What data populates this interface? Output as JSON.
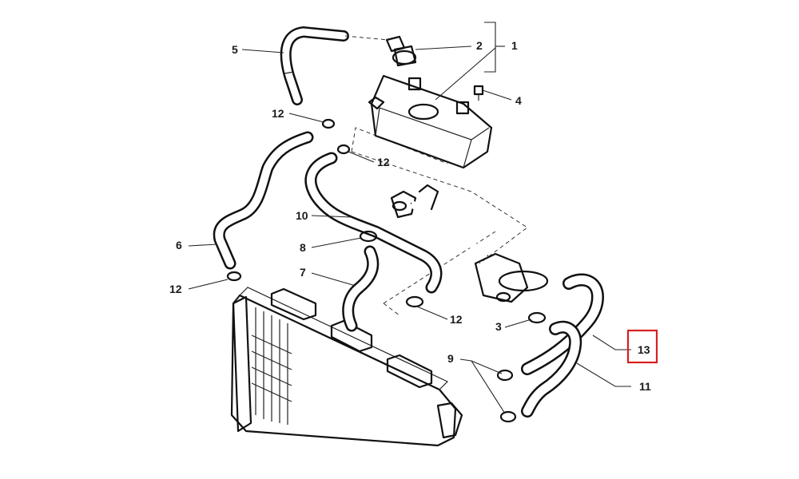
{
  "diagram": {
    "callouts": [
      {
        "id": "c1",
        "label": "1"
      },
      {
        "id": "c2",
        "label": "2"
      },
      {
        "id": "c3",
        "label": "3"
      },
      {
        "id": "c4",
        "label": "4"
      },
      {
        "id": "c5",
        "label": "5"
      },
      {
        "id": "c6",
        "label": "6"
      },
      {
        "id": "c7",
        "label": "7"
      },
      {
        "id": "c8",
        "label": "8"
      },
      {
        "id": "c9",
        "label": "9"
      },
      {
        "id": "c10",
        "label": "10"
      },
      {
        "id": "c11",
        "label": "11"
      },
      {
        "id": "c12a",
        "label": "12"
      },
      {
        "id": "c12b",
        "label": "12"
      },
      {
        "id": "c12c",
        "label": "12"
      },
      {
        "id": "c12d",
        "label": "12"
      },
      {
        "id": "c13",
        "label": "13"
      }
    ],
    "highlight": {
      "label": "13",
      "color": "#d61f1f"
    }
  }
}
